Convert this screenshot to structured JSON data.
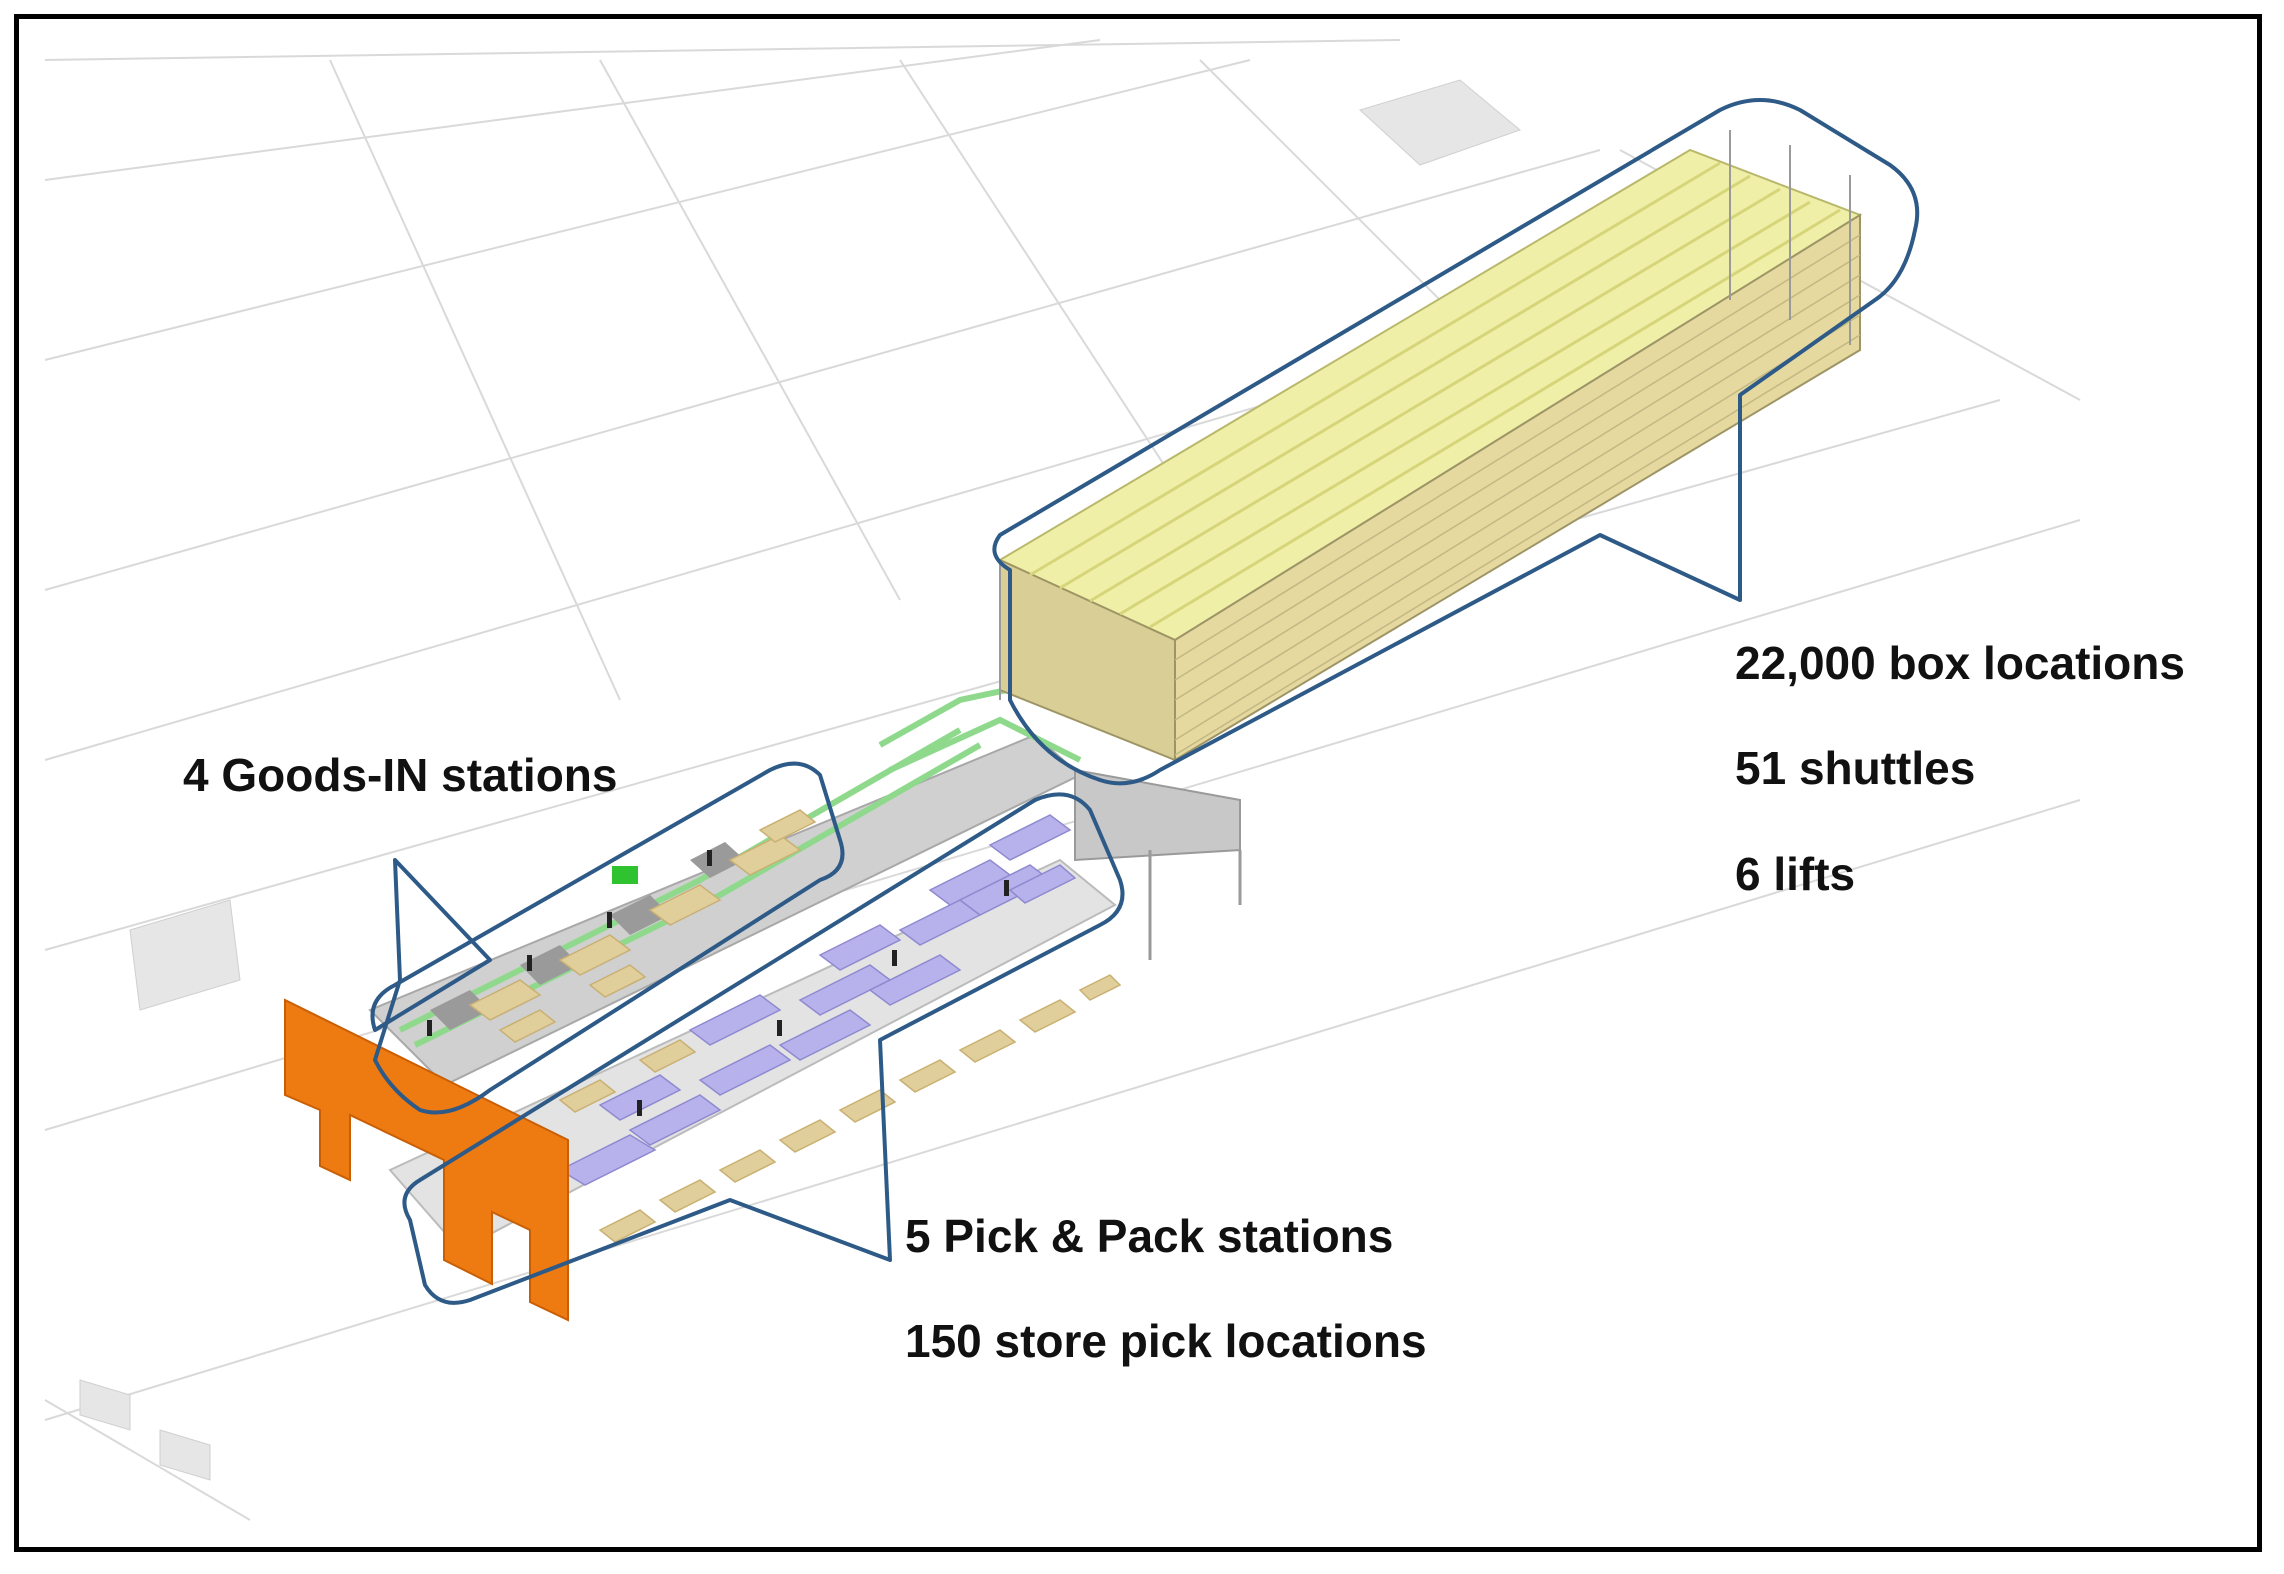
{
  "callouts": {
    "storage": {
      "line1": "22,000 box locations",
      "line2": "51 shuttles",
      "line3": "6 lifts"
    },
    "goods_in": {
      "line1": "4 Goods-IN stations"
    },
    "pick_pack": {
      "line1": "5 Pick & Pack stations",
      "line2": "150 store pick locations"
    }
  },
  "colors": {
    "frame": "#000000",
    "callout_outline": "#2e5a87",
    "storage_racks": "#e9e89a",
    "pick_stations": "#b7b2ec",
    "buffer_pallets": "#e0cf9a",
    "conveyor": "#8fd98c",
    "floor": "#d3d3d3",
    "wall": "#ee7a12"
  }
}
